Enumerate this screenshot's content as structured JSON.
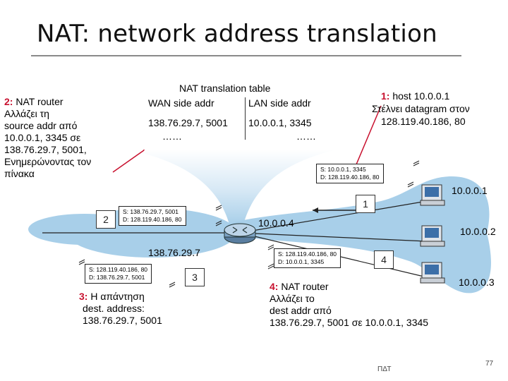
{
  "title": "NAT: network address translation",
  "nat_table": {
    "heading": "NAT translation table",
    "col_wan": "WAN side addr",
    "col_lan": "LAN side addr",
    "row_wan": "138.76.29.7, 5001",
    "row_lan": "10.0.0.1, 3345",
    "dots_wan": "……",
    "dots_lan": "……"
  },
  "step1": {
    "num": "1:",
    "lines": [
      "host 10.0.0.1",
      "Στέλνει datagram στον",
      "128.119.40.186, 80"
    ]
  },
  "step2": {
    "num": "2:",
    "lines": [
      "NAT router",
      "Αλλάζει τη",
      "source addr από",
      "10.0.0.1, 3345 σε",
      "138.76.29.7, 5001,",
      "Ενημερώνοντας τον",
      "πίνακα"
    ]
  },
  "step3": {
    "num": "3:",
    "lines": [
      "Η απάντηση",
      "dest. address:",
      "138.76.29.7, 5001"
    ]
  },
  "step4": {
    "num": "4:",
    "lines": [
      "NAT router",
      "Αλλάζει το",
      "dest addr από",
      "138.76.29.7, 5001 σε 10.0.0.1, 3345"
    ]
  },
  "packets": {
    "p1": {
      "s": "S: 10.0.0.1, 3345",
      "d": "D: 128.119.40.186, 80"
    },
    "p2": {
      "s": "S: 138.76.29.7, 5001",
      "d": "D: 128.119.40.186, 80"
    },
    "p3": {
      "s": "S: 128.119.40.186, 80",
      "d": "D: 138.76.29.7, 5001"
    },
    "p4": {
      "s": "S: 128.119.40.186, 80",
      "d": "D: 10.0.0.1, 3345"
    }
  },
  "badges": {
    "b1": "1",
    "b2": "2",
    "b3": "3",
    "b4": "4"
  },
  "addresses": {
    "router_wan": "138.76.29.7",
    "router_lan": "10.0.0.4",
    "host1": "10.0.0.1",
    "host2": "10.0.0.2",
    "host3": "10.0.0.3"
  },
  "footer": {
    "left": "ΠΔΤ",
    "page": "77"
  },
  "colors": {
    "network_blue": "#a8cfe9",
    "accent_red": "#c8102e",
    "funnel_blue": "#b9d8ee"
  }
}
